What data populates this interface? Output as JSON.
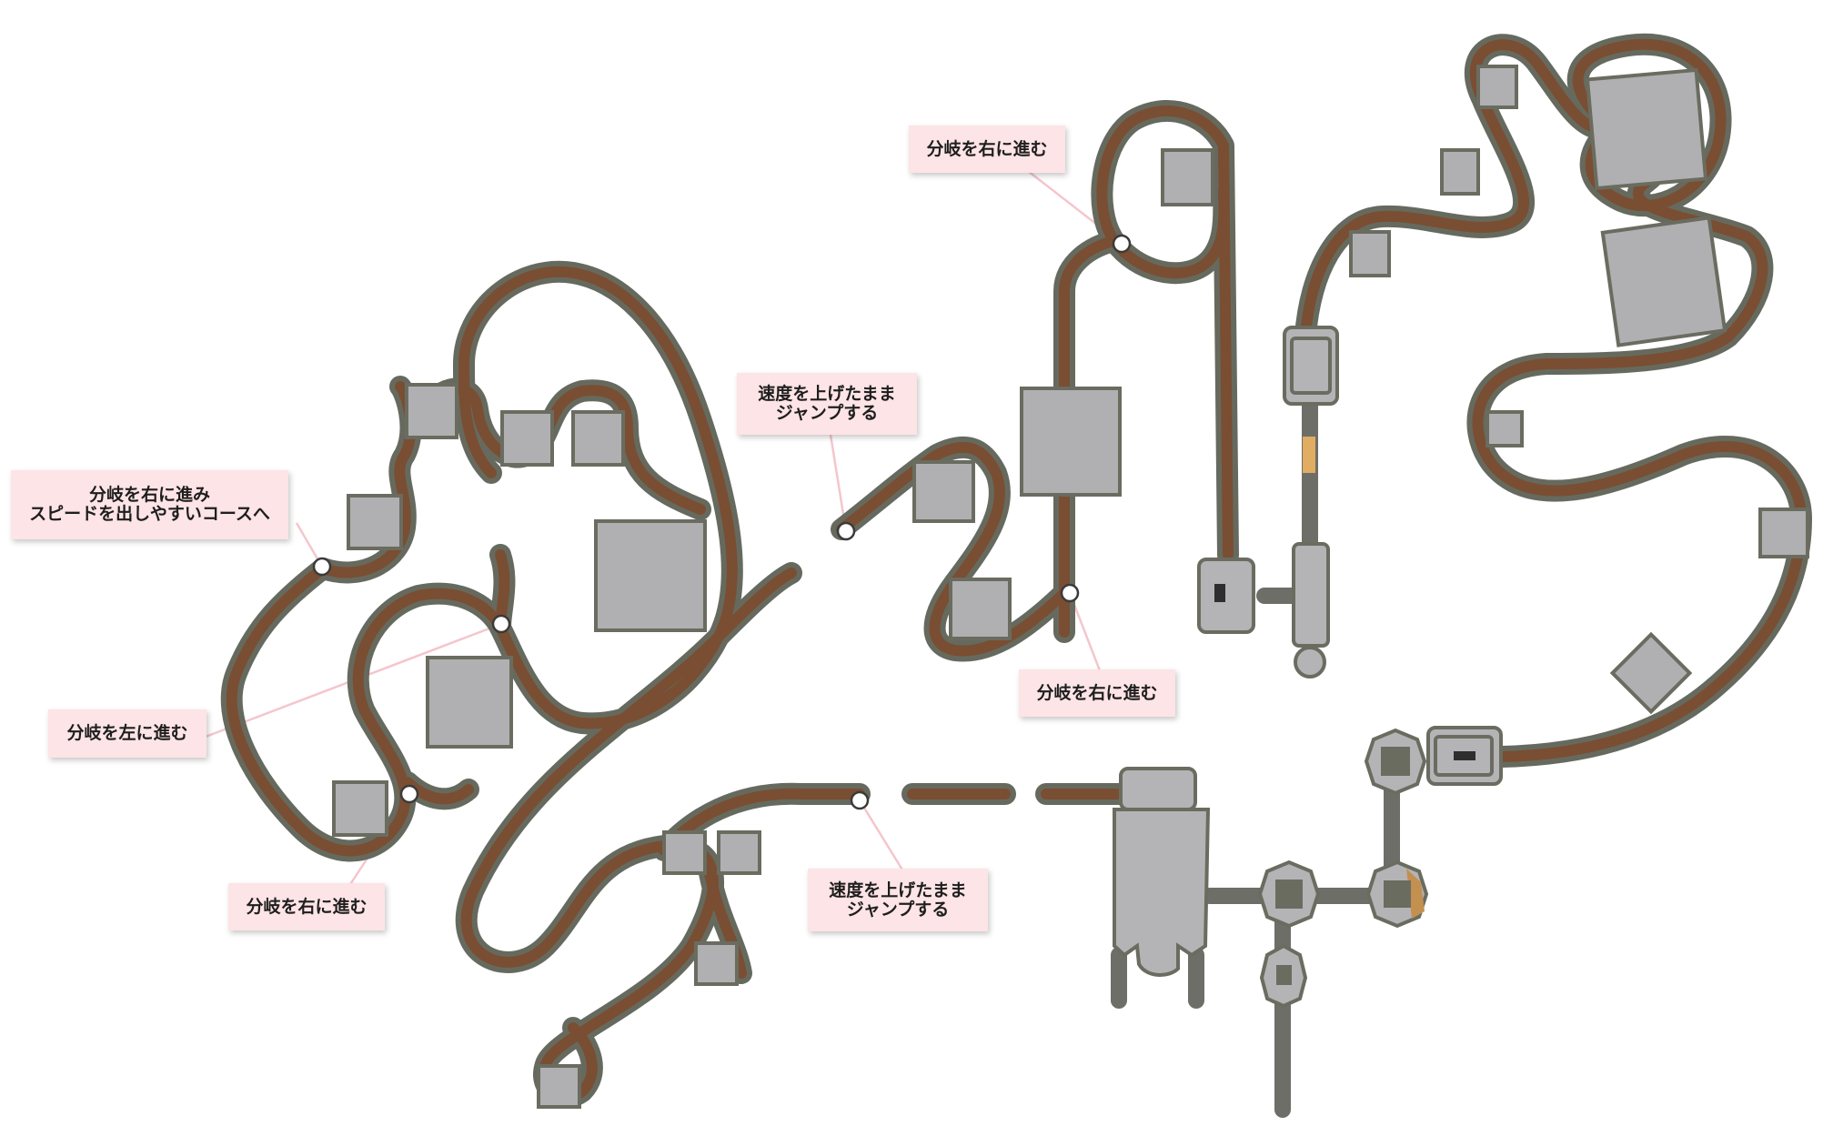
{
  "callouts": [
    {
      "id": "branch-right-speed",
      "text": "分岐を右に進み\nスピードを出しやすいコースへ"
    },
    {
      "id": "branch-left",
      "text": "分岐を左に進む"
    },
    {
      "id": "branch-right-lower-left",
      "text": "分岐を右に進む"
    },
    {
      "id": "speed-jump-upper",
      "text": "速度を上げたまま\nジャンプする"
    },
    {
      "id": "speed-jump-lower",
      "text": "速度を上げたまま\nジャンプする"
    },
    {
      "id": "branch-right-top",
      "text": "分岐を右に進む"
    },
    {
      "id": "branch-right-middle",
      "text": "分岐を右に進む"
    }
  ],
  "colors": {
    "rail_border": "#666a5e",
    "rail_fill": "#7a4e32",
    "block": "#b0b0b2",
    "callout_bg": "#fde4e6",
    "leader": "#f4c6cc"
  }
}
